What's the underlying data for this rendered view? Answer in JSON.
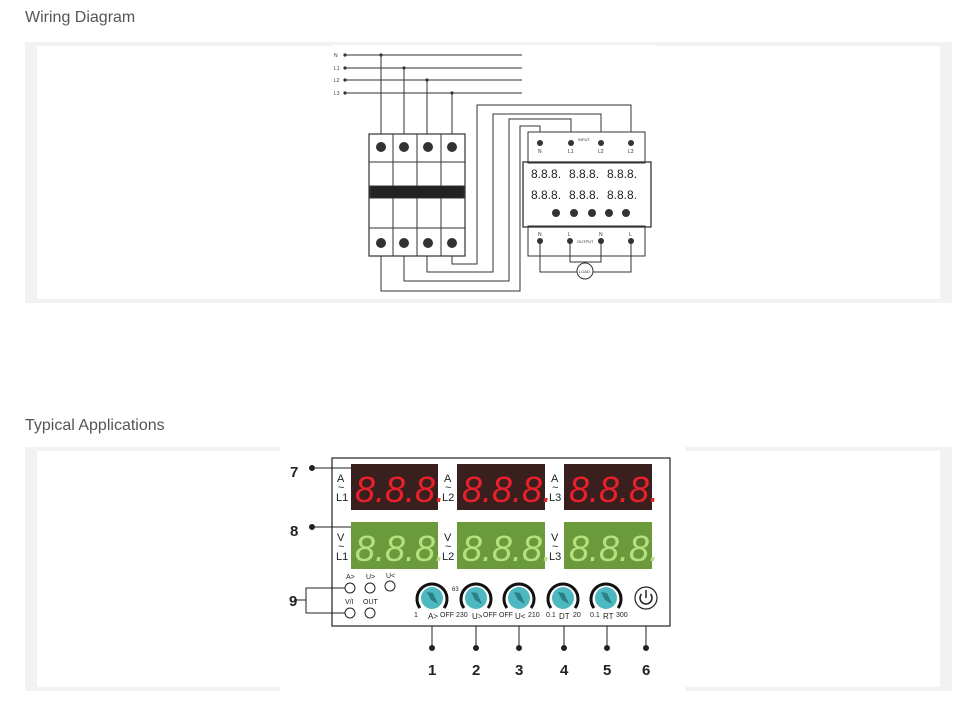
{
  "sections": {
    "wiring": {
      "title": "Wiring Diagram",
      "lines": [
        "N",
        "L1",
        "L2",
        "L3"
      ],
      "input_label": "INPUT",
      "input_terminals": [
        "N",
        "L1",
        "L2",
        "L3"
      ],
      "output_label": "OUTPUT",
      "output_terminals": [
        "N",
        "L",
        "N",
        "L"
      ],
      "load_label": "LOAD",
      "digits": "8.8.8."
    },
    "applications": {
      "title": "Typical Applications",
      "current_labels": [
        {
          "unit": "A",
          "phase": "L1"
        },
        {
          "unit": "A",
          "phase": "L2"
        },
        {
          "unit": "A",
          "phase": "L3"
        }
      ],
      "voltage_labels": [
        {
          "unit": "V",
          "phase": "L1"
        },
        {
          "unit": "V",
          "phase": "L2"
        },
        {
          "unit": "V",
          "phase": "L3"
        }
      ],
      "tilde": "~",
      "digits": "8.8.8.",
      "indicators": [
        "A>",
        "U>",
        "U<",
        "V/I",
        "OUT"
      ],
      "knobs": [
        {
          "name": "A>",
          "min": "1",
          "max": "OFF",
          "extra": "63"
        },
        {
          "name": "U>",
          "min": "230",
          "max": "OFF"
        },
        {
          "name": "U<",
          "min": "OFF",
          "max": "210"
        },
        {
          "name": "DT",
          "min": "0.1",
          "max": "20"
        },
        {
          "name": "RT",
          "min": "0.1",
          "max": "300"
        }
      ],
      "callouts_bottom": [
        "1",
        "2",
        "3",
        "4",
        "5",
        "6"
      ],
      "callouts_left": [
        "7",
        "8",
        "9"
      ],
      "colors": {
        "red_display": "#3a1f1f",
        "red_digit": "#e8202a",
        "green_display": "#6a9a3a",
        "green_digit": "#b4e080",
        "knob": "#4db8c0"
      }
    }
  }
}
